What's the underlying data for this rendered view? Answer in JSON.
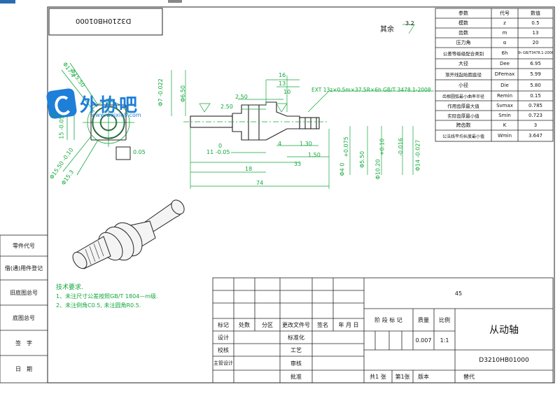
{
  "drawing_number": "D3210HB01000",
  "roughness": {
    "label": "其余",
    "value": "3.2"
  },
  "parameters": {
    "headers": [
      "参数",
      "代号",
      "数值"
    ],
    "rows": [
      {
        "name": "模数",
        "code": "z",
        "value": "0.5"
      },
      {
        "name": "齿数",
        "code": "m",
        "value": "13"
      },
      {
        "name": "压力角",
        "code": "α",
        "value": "20"
      },
      {
        "name": "公差等级级配合类别",
        "code": "6h",
        "value": "6h GB/T3478.1-2008"
      },
      {
        "name": "大径",
        "code": "Dee",
        "value": "6.95"
      },
      {
        "name": "渐开线起始圆直径",
        "code": "DFemax",
        "value": "5.99"
      },
      {
        "name": "小径",
        "code": "Die",
        "value": "5.80"
      },
      {
        "name": "齿根圆弧最小曲率半径",
        "code": "Remin",
        "value": "0.15"
      },
      {
        "name": "作用齿厚最大值",
        "code": "Svmax",
        "value": "0.785"
      },
      {
        "name": "实际齿厚最小值",
        "code": "Smin",
        "value": "0.723"
      },
      {
        "name": "跨齿数",
        "code": "K",
        "value": "3"
      },
      {
        "name": "公法线平均长度最小值",
        "code": "Wmin",
        "value": "3.647"
      }
    ]
  },
  "dimensions": {
    "d_6_50": "Φ6.50",
    "d_7_022": "Φ7 -0.022",
    "d_2_50a": "2.50",
    "d_2_50b": "2.50",
    "d_16": "16",
    "d_13": "13",
    "d_10": "10",
    "spline": "EXT 13z×0.5m×37.5R×6h  GB/T 3478.1-2008",
    "d_0": "0",
    "d_11": "11 -0.05",
    "d_4": "4",
    "d_1_30": "1.30",
    "d_1_50": "1.50",
    "d_18": "18",
    "d_33": "33",
    "d_74": "74",
    "d_4_0": "Φ4 0",
    "d_5_50": "Φ5.50",
    "d_10_20": "Φ10.20",
    "d_14": "Φ14 -0.027",
    "tol_1": "+0.075",
    "tol_2": "+0.10",
    "tol_3": "-0.016",
    "left_a": "Φ17.4",
    "left_b": "Φ15.50 -0.10",
    "left_c": "Φ15.50",
    "left_d": "Φ15.3",
    "left_e": "15 -0.05",
    "flat_tol": "0.05",
    "d_0b": "0"
  },
  "tech_req": {
    "title": "技术要求.",
    "line1": "1、未注尺寸公差按照GB/T 1804—m级.",
    "line2": "2、未注倒角C0.5, 未注圆角R0.5."
  },
  "left_block": [
    "零件代号",
    "借(通)用件登记",
    "旧底图总号",
    "底图总号",
    "签　字",
    "日　期"
  ],
  "title_block": {
    "hdr": [
      "标记",
      "处数",
      "分区",
      "更改文件号",
      "签名",
      "年 月 日"
    ],
    "row_labels": [
      "设计",
      "校核",
      "主管设计"
    ],
    "mid_labels": [
      "标准化",
      "工艺",
      "审核",
      "批准"
    ],
    "stage": "阶 段 标 记",
    "mass": "质量",
    "scale": "比例",
    "mass_value": "0.007",
    "scale_value": "1:1",
    "number_top": "45",
    "part_name": "从动轴",
    "drawing_no": "D3210HB01000",
    "sheet_total": "共1 张",
    "sheet_no": "第1张",
    "version": "版本",
    "replace": "替代"
  },
  "watermark": {
    "brand": "外协吧",
    "url": "www.waixie8.com"
  }
}
